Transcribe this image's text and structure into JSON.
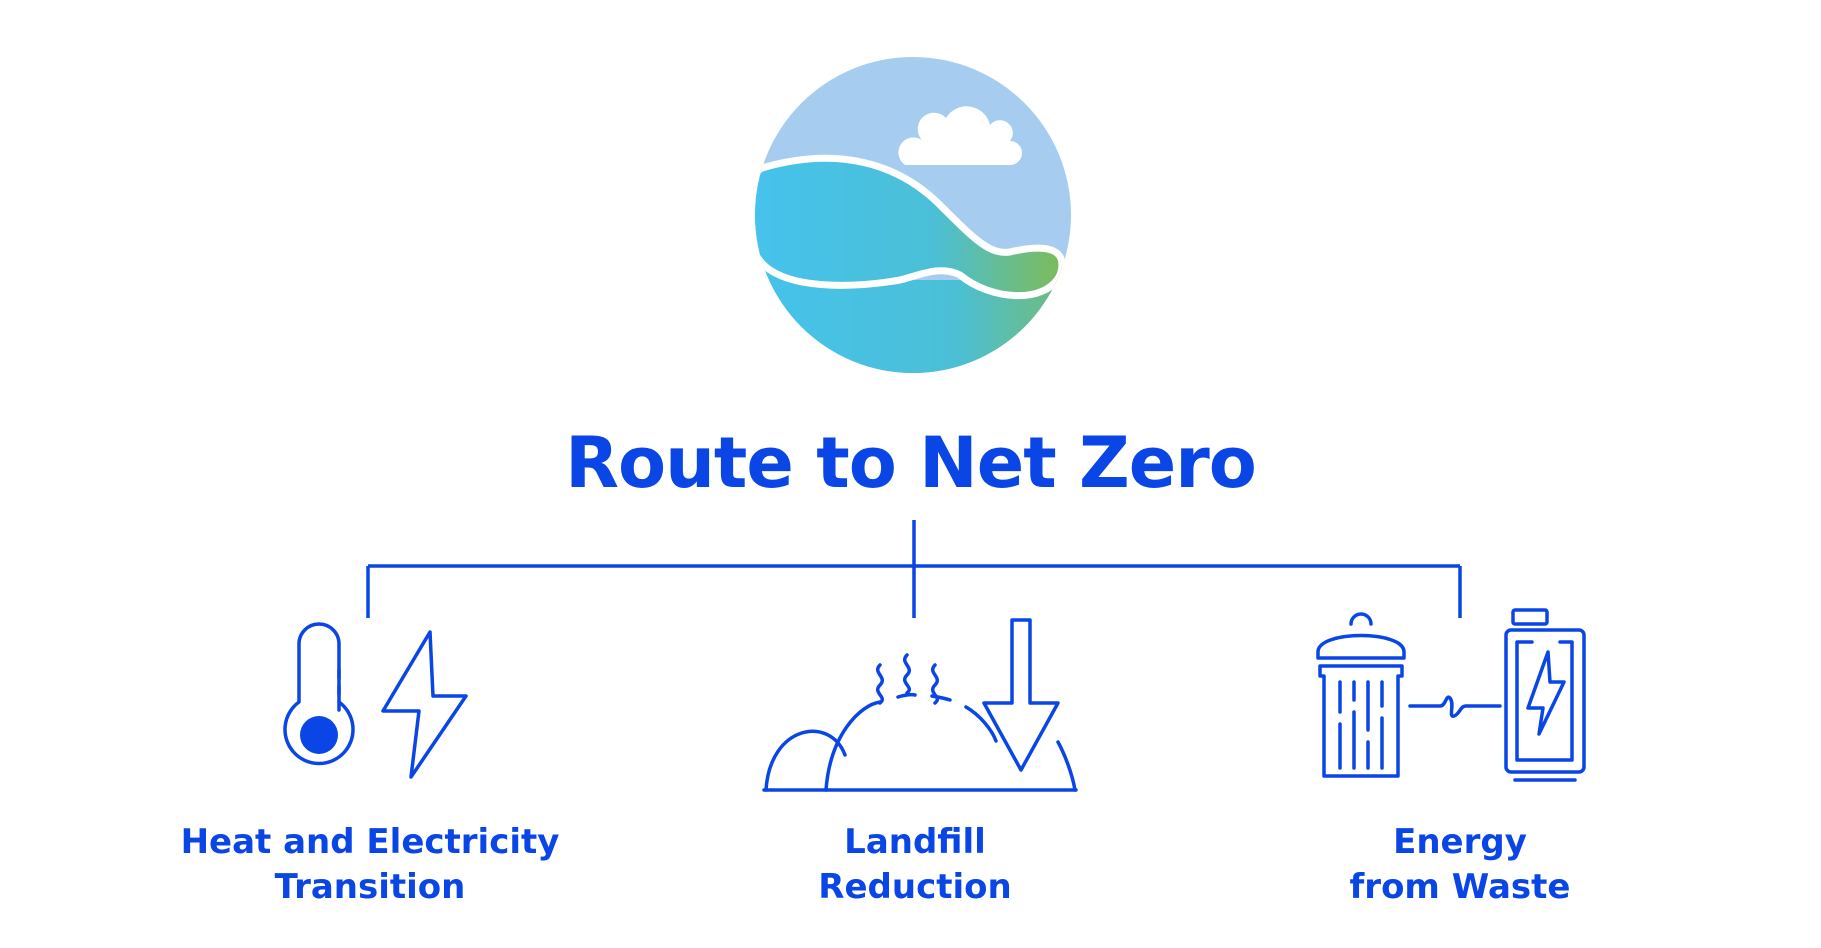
{
  "title": "Route to Net Zero",
  "branches": [
    {
      "line1": "Heat and Electricity",
      "line2": "Transition",
      "icon": "thermometer-lightning-icon"
    },
    {
      "line1": "Landfill",
      "line2": "Reduction",
      "icon": "landfill-reduction-icon"
    },
    {
      "line1": "Energy",
      "line2": "from Waste",
      "icon": "bin-to-battery-icon"
    }
  ],
  "colors": {
    "brand_blue": "#0a45e6",
    "sky": "#a6cdef",
    "water_left": "#46c2ec",
    "water_right": "#78bc5f",
    "white": "#ffffff"
  }
}
